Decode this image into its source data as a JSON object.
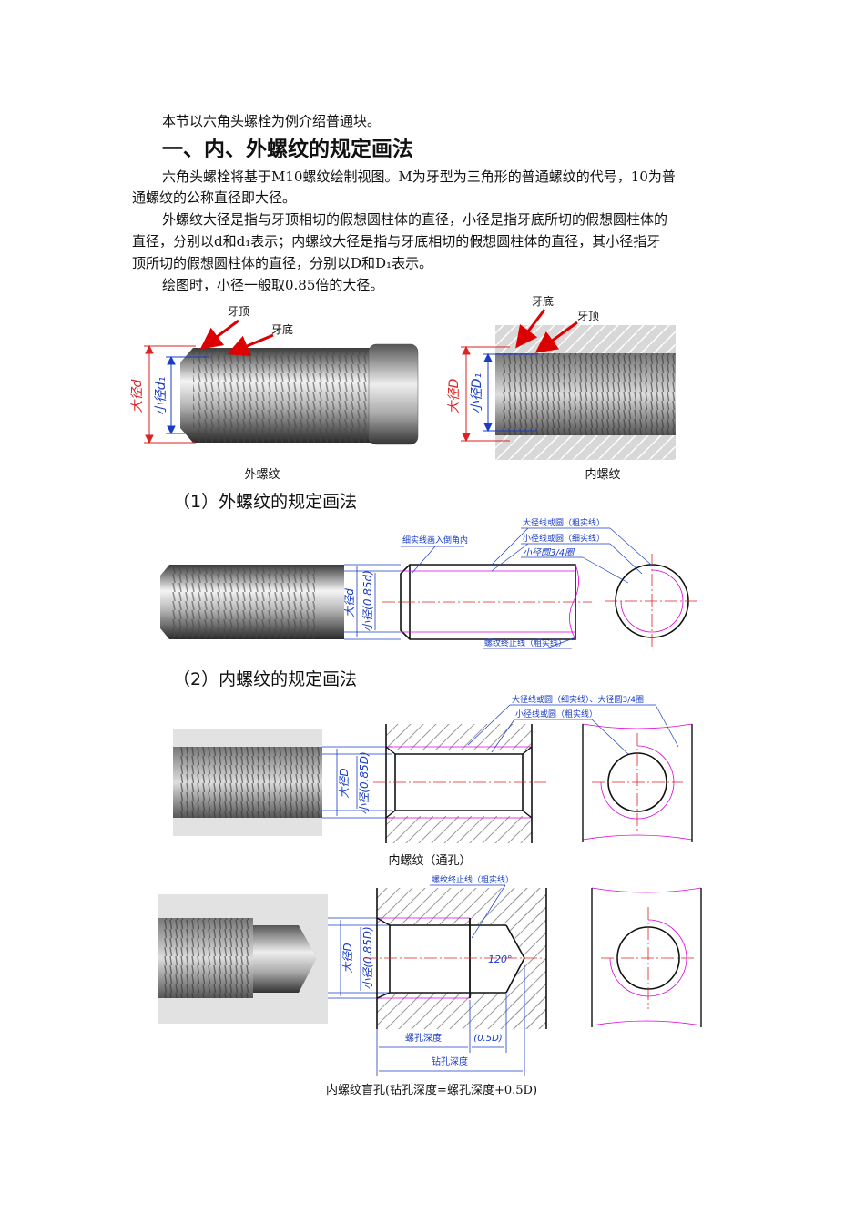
{
  "intro": "本节以六角头螺栓为例介绍普通块。",
  "section_title": "一、内、外螺纹的规定画法",
  "para1_line1": "六角头螺栓将基于M10螺纹绘制视图。M为牙型为三角形的普通螺纹的代号，10为普",
  "para1_line2": "通螺纹的公称直径即大径。",
  "para2_line1": "外螺纹大径是指与牙顶相切的假想圆柱体的直径，小径是指牙底所切的假想圆柱体的",
  "para2_line2": "直径，分别以d和d₁表示；内螺纹大径是指与牙底相切的假想圆柱体的直径，其小径指牙",
  "para2_line3": "顶所切的假想圆柱体的直径，分别以D和D₁表示。",
  "para3": "绘图时，小径一般取0.85倍的大径。",
  "fig1": {
    "label_crest": "牙顶",
    "label_root": "牙底",
    "major_d": "大径d",
    "minor_d1": "小径d₁",
    "major_D": "大径D",
    "minor_D1": "小径D₁",
    "caption_external": "外螺纹",
    "caption_internal": "内螺纹"
  },
  "sub1_title": "（1）外螺纹的规定画法",
  "fig2": {
    "note_chamfer": "细实线画入倒角内",
    "note_major": "大径线或圆（粗实线）",
    "note_minor": "小径线或圆（细实线）",
    "note_minor_circle": "小径圆3/4圈",
    "note_stop": "螺纹终止线（粗实线）",
    "major_d": "大径d",
    "minor": "小径(0.85d)"
  },
  "sub2_title": "（2）内螺纹的规定画法",
  "fig3": {
    "note_major": "大径线或圆（细实线）、大径圆3/4圈",
    "note_minor": "小径线或圆（粗实线）",
    "major_D": "大径D",
    "minor": "小径(0.85D)",
    "caption": "内螺纹（通孔）"
  },
  "fig4": {
    "note_stop": "螺纹终止线（粗实线）",
    "angle": "120°",
    "major_D": "大径D",
    "minor": "小径(0.85D)",
    "thread_depth": "螺孔深度",
    "half_D": "(0.5D)",
    "drill_depth": "钻孔深度",
    "caption": "内螺纹盲孔(钻孔深度=螺孔深度+0.5D)"
  }
}
